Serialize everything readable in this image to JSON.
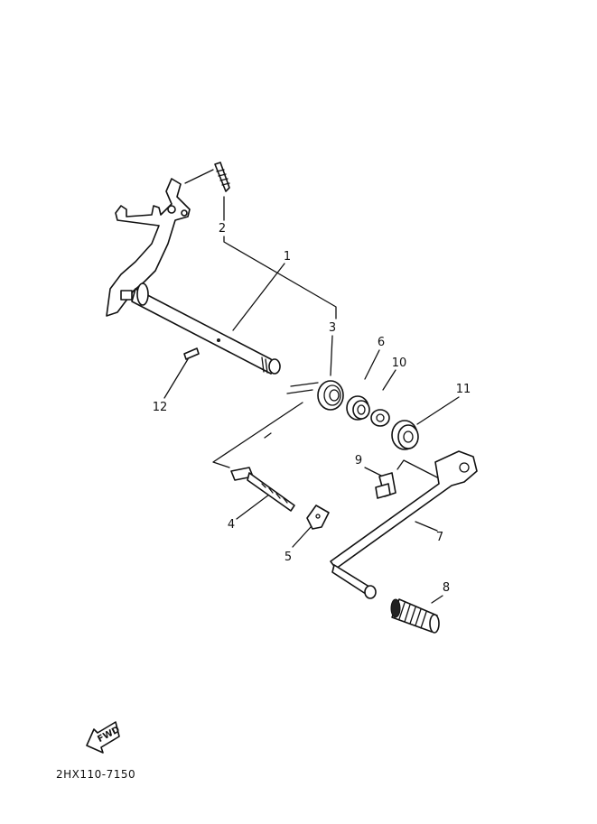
{
  "diagram": {
    "part_code": "2HX110-7150",
    "direction_label": "FWD",
    "callouts": {
      "p1": "1",
      "p2": "2",
      "p3": "3",
      "p4": "4",
      "p5": "5",
      "p6": "6",
      "p7": "7",
      "p8": "8",
      "p9": "9",
      "p10": "10",
      "p11": "11",
      "p12": "12"
    }
  }
}
